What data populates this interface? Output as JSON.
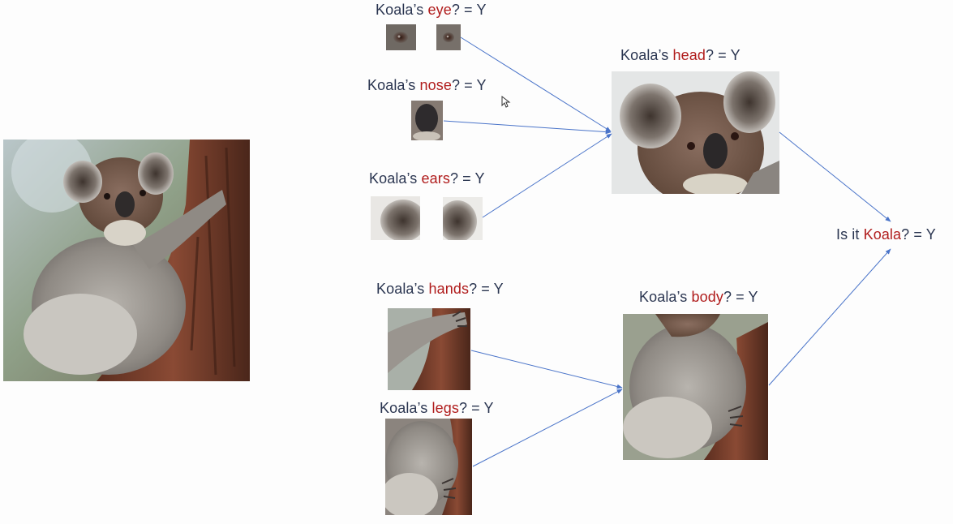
{
  "labels": {
    "eye": {
      "prefix": "Koala’s ",
      "part": "eye",
      "suffix": "? = Y"
    },
    "nose": {
      "prefix": "Koala’s ",
      "part": "nose",
      "suffix": "? = Y"
    },
    "ears": {
      "prefix": "Koala’s ",
      "part": "ears",
      "suffix": "? = Y"
    },
    "hands": {
      "prefix": "Koala’s ",
      "part": "hands",
      "suffix": "? = Y"
    },
    "legs": {
      "prefix": "Koala’s ",
      "part": "legs",
      "suffix": "? = Y"
    },
    "head": {
      "prefix": "Koala’s ",
      "part": "head",
      "suffix": "? = Y"
    },
    "body": {
      "prefix": "Koala’s ",
      "part": "body",
      "suffix": "? = Y"
    },
    "final": {
      "prefix": "Is it ",
      "part": "Koala",
      "suffix": "? = Y"
    }
  },
  "colors": {
    "text": "#2a3550",
    "highlight": "#b01c1c",
    "arrow": "#4a74c9"
  },
  "images": {
    "main": "koala-photo",
    "eyes": "koala-eye-crops",
    "nose": "koala-nose-crop",
    "ears": "koala-ear-crops",
    "head": "koala-head-crop",
    "hands": "koala-hand-crop",
    "legs": "koala-leg-crop",
    "body": "koala-body-crop"
  }
}
